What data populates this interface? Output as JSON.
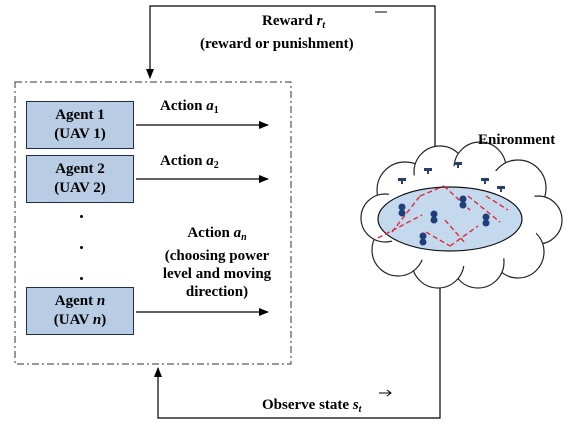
{
  "reward": {
    "label": "Reward",
    "symbol": "r",
    "subscript": "t",
    "note": "(reward or punishment)"
  },
  "environment": {
    "label": "Enironment"
  },
  "agents": [
    {
      "name_prefix": "Agent ",
      "name_index": "1",
      "uav_prefix": "(UAV ",
      "uav_index": "1",
      "uav_suffix": ")"
    },
    {
      "name_prefix": "Agent ",
      "name_index": "2",
      "uav_prefix": "(UAV ",
      "uav_index": "2",
      "uav_suffix": ")"
    },
    {
      "name_prefix": "Agent ",
      "name_index": "n",
      "uav_prefix": "(UAV ",
      "uav_index": "n",
      "uav_suffix": ")"
    }
  ],
  "actions": [
    {
      "label": "Action ",
      "symbol": "a",
      "subscript": "1"
    },
    {
      "label": "Action ",
      "symbol": "a",
      "subscript": "2"
    },
    {
      "label": "Action ",
      "symbol": "a",
      "subscript": "n",
      "detail_lines": [
        "(choosing power",
        "level and moving",
        "direction)"
      ]
    }
  ],
  "observe": {
    "label": "Observe state ",
    "symbol": "s",
    "subscript": "t"
  },
  "colors": {
    "agent_fill": "#b8cce4",
    "agent_border": "#1f2d4f",
    "pool_fill": "#c5d9ee",
    "link": "#e0202a"
  }
}
